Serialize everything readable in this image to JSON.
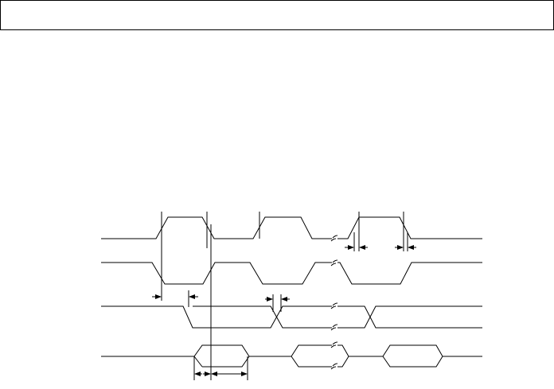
{
  "header": {
    "title": ""
  },
  "diagram": {
    "kind": "timing-diagram",
    "signal_count": 4,
    "line_color": "#000000",
    "background": "#ffffff",
    "signals": [
      {
        "style": "clock",
        "pulse_count": 3,
        "has_gap_break": true
      },
      {
        "style": "clock-inverted",
        "pulse_count": 3,
        "has_gap_break": true
      },
      {
        "style": "bus",
        "segment_count": 2,
        "has_gap_break": true
      },
      {
        "style": "bus",
        "segment_count": 3,
        "has_gap_break": true
      }
    ],
    "printed_labels": []
  }
}
